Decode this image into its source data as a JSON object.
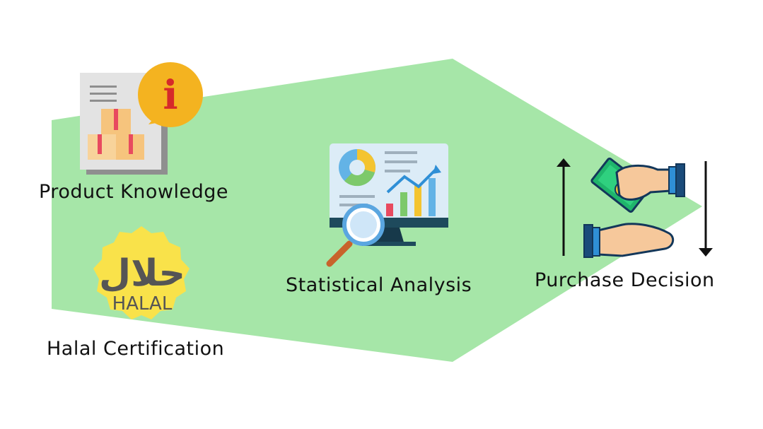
{
  "labels": {
    "product_knowledge": "Product Knowledge",
    "halal_certification": "Halal Certification",
    "statistical_analysis": "Statistical Analysis",
    "purchase_decision": "Purchase Decision"
  },
  "halal_badge": {
    "arabic": "حلال",
    "latin": "HALAL"
  },
  "info_badge": {
    "glyph": "i"
  },
  "colors": {
    "background_shape": "#a6e6a8",
    "halal_badge": "#f9e24a",
    "info_badge": "#f4b320",
    "monitor_screen": "#dcecf7",
    "monitor_base": "#1e4a5c"
  },
  "icons": [
    "document-with-info-icon",
    "halal-badge-icon",
    "analytics-monitor-icon",
    "money-exchange-icon",
    "up-arrow-icon",
    "down-arrow-icon"
  ]
}
